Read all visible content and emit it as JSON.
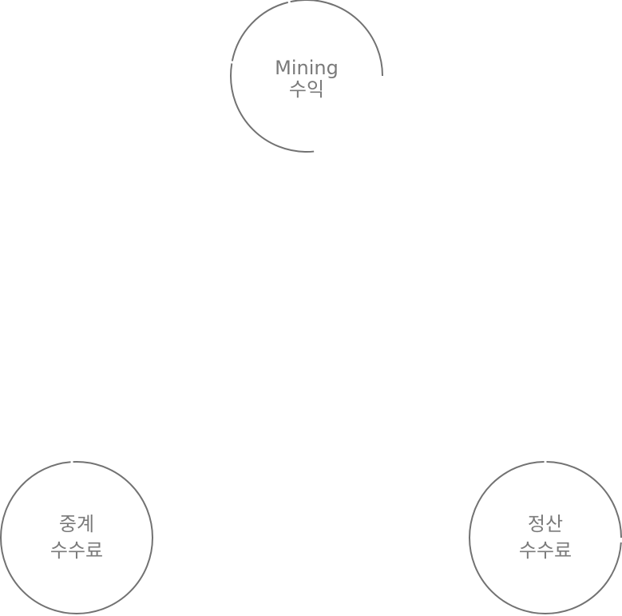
{
  "nodes": [
    {
      "id": "mining",
      "line1": "Mining",
      "line2": "수익"
    },
    {
      "id": "relay",
      "line1": "중계",
      "line2": "수수료"
    },
    {
      "id": "settlement",
      "line1": "정산",
      "line2": "수수료"
    }
  ]
}
